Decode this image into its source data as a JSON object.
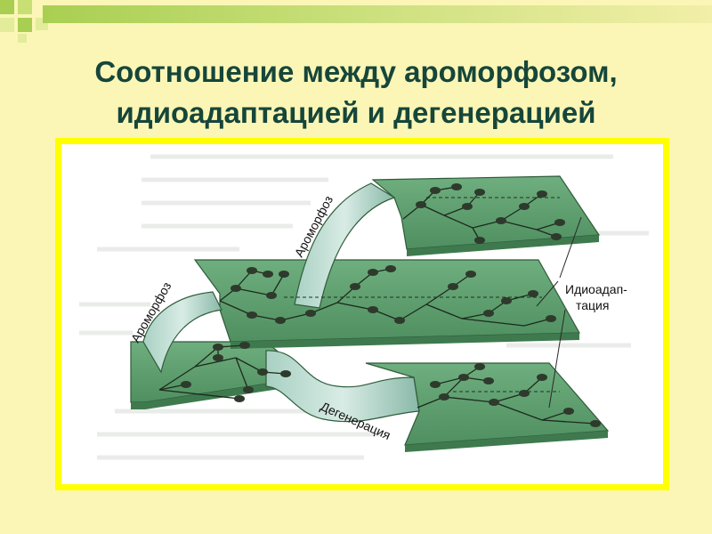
{
  "title": {
    "line1": "Соотношение между ароморфозом,",
    "line2": "идиоадаптацией и дегенерацией"
  },
  "diagram": {
    "label_aromorphosis_lower": "Ароморфоз",
    "label_aromorphosis_upper": "Ароморфоз",
    "label_idioadaptation_line1": "Идиоадап-",
    "label_idioadaptation_line2": "тация",
    "label_degeneration": "Дегенерация"
  },
  "colors": {
    "background": "#fbf6b6",
    "frame_border": "#ffff00",
    "title": "#16463a",
    "plane_fill": "#5e9e6e",
    "node_fill": "#2e3a2c"
  }
}
